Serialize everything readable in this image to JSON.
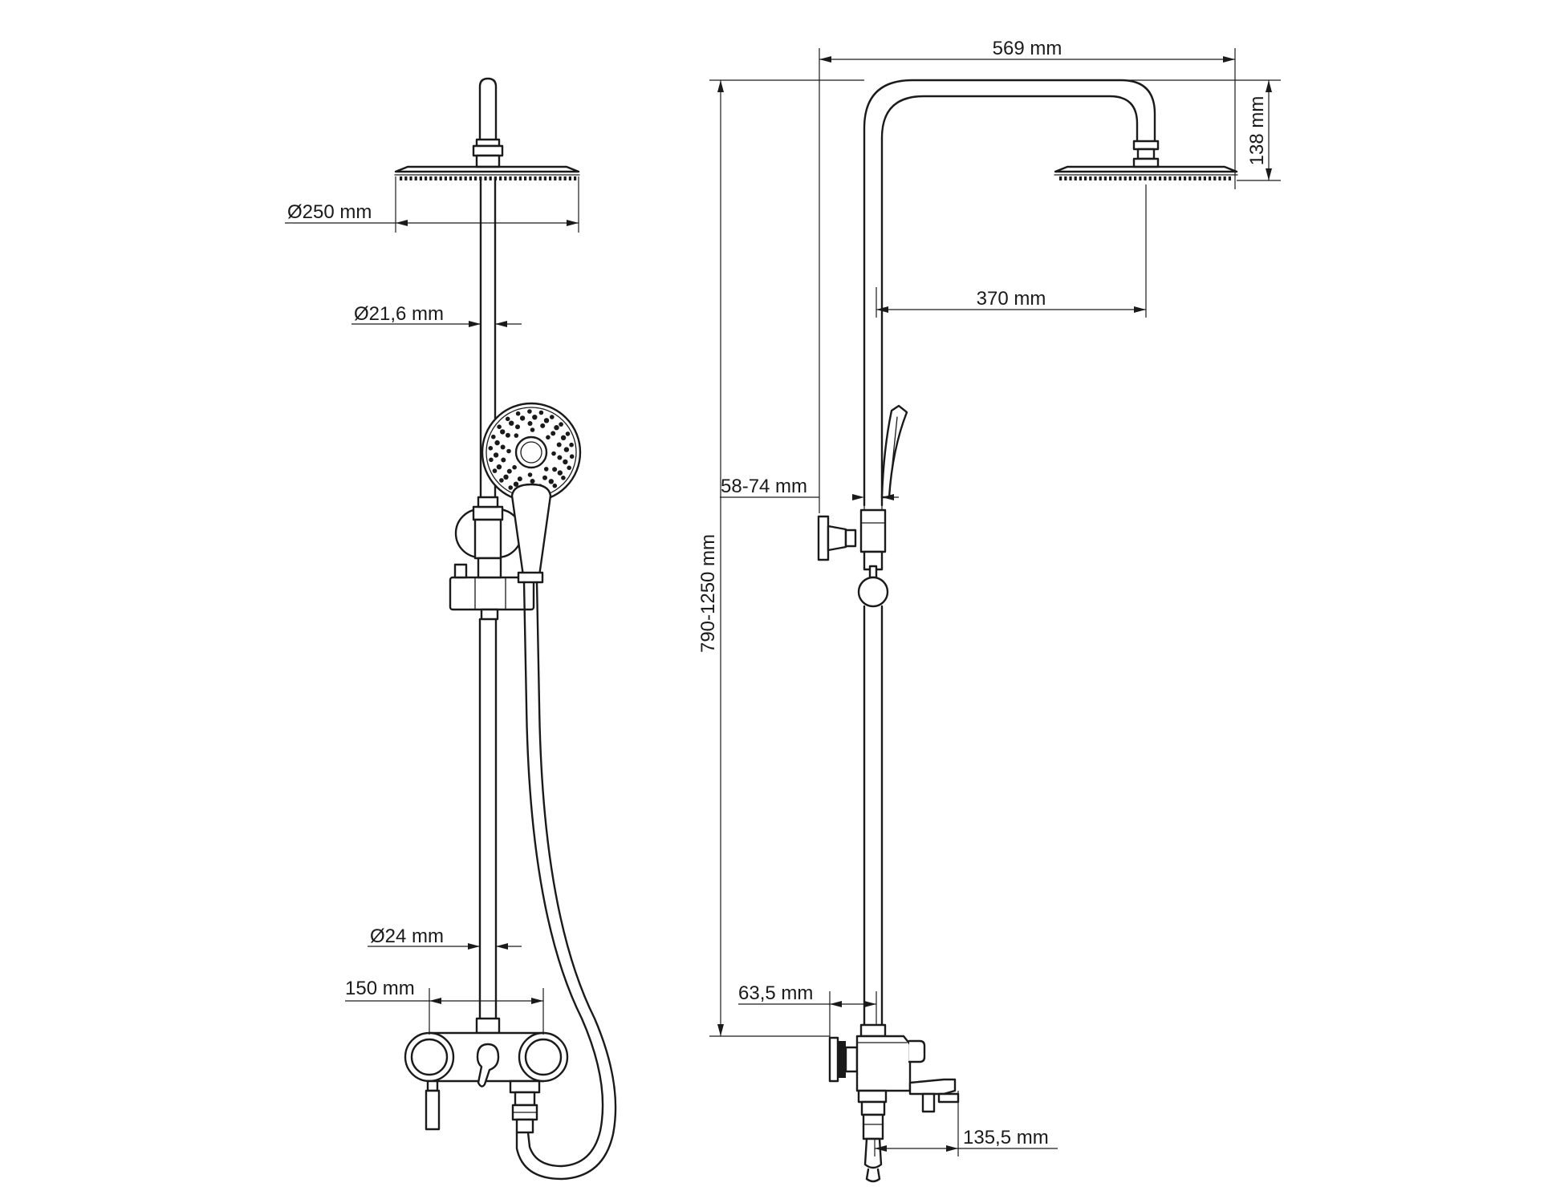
{
  "front_view": {
    "labels": {
      "head_diameter": "Ø250 mm",
      "upper_pipe_diameter": "Ø21,6 mm",
      "lower_pipe_diameter": "Ø24 mm",
      "mixer_spacing": "150 mm"
    }
  },
  "side_view": {
    "labels": {
      "overall_reach": "569 mm",
      "head_drop": "138 mm",
      "head_offset": "370 mm",
      "wall_distance_range": "58-74 mm",
      "height_range": "790-1250 mm",
      "mixer_depth": "63,5 mm",
      "spout_projection": "135,5 mm"
    }
  },
  "colors": {
    "line": "#1a1a1a",
    "background": "#ffffff"
  }
}
